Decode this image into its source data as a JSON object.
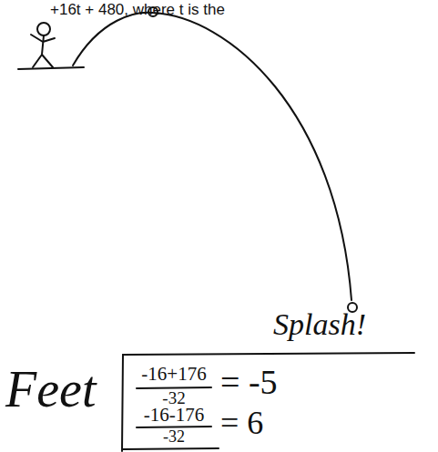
{
  "diagram": {
    "labels": [
      "+16t + 480, where t is the",
      "Splash!",
      "Feet",
      "-16+176",
      "-32",
      "= -5",
      "-16-176",
      "-32",
      "= 6"
    ]
  }
}
